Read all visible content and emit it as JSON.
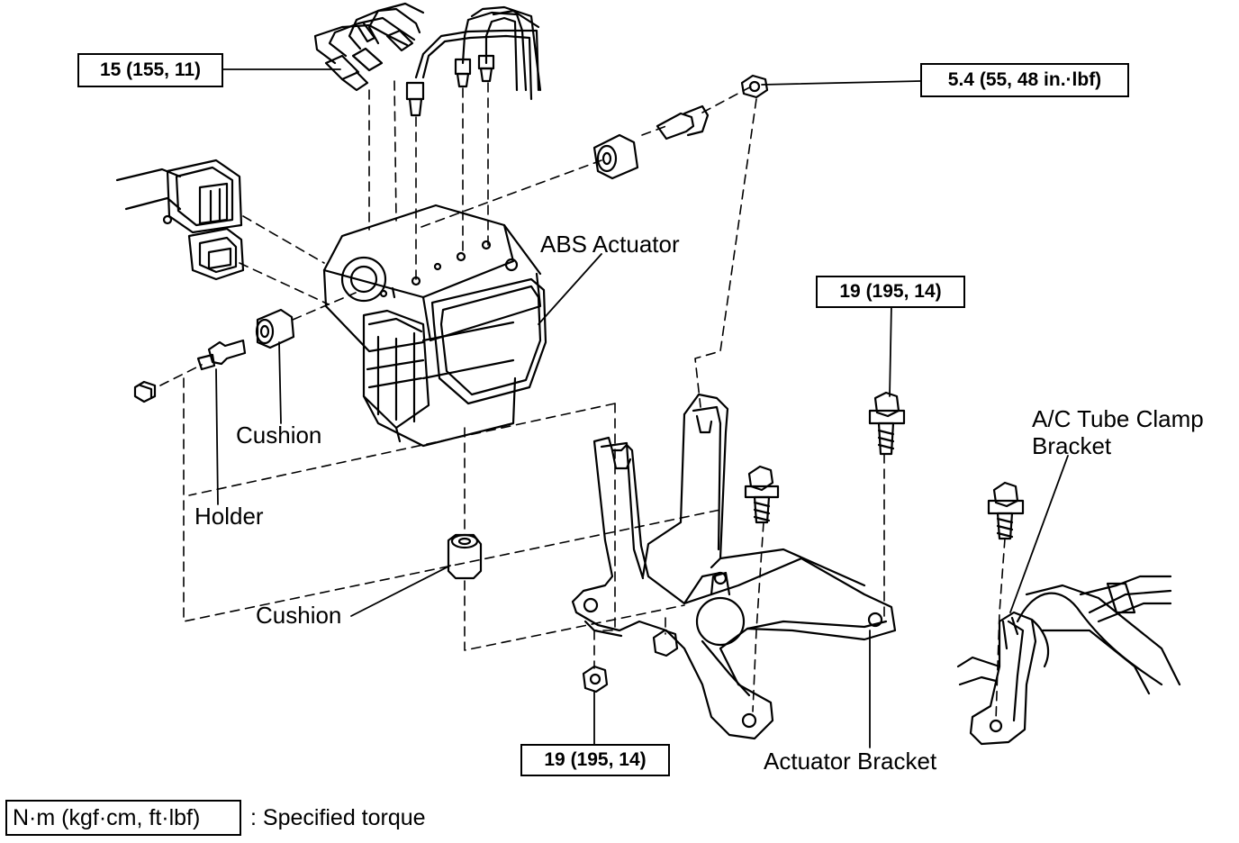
{
  "torque_specs": {
    "brake_line_fitting": "15 (155, 11)",
    "upper_nut": "5.4 (55, 48 in.·lbf)",
    "bracket_bolt_right": "19 (195, 14)",
    "bracket_nut_bottom": "19 (195, 14)"
  },
  "labels": {
    "abs_actuator": "ABS Actuator",
    "cushion_upper": "Cushion",
    "holder": "Holder",
    "cushion_lower": "Cushion",
    "actuator_bracket": "Actuator Bracket",
    "ac_tube_clamp_line1": "A/C Tube Clamp",
    "ac_tube_clamp_line2": "Bracket"
  },
  "legend": {
    "unit_box": "N·m (kgf·cm, ft·lbf)",
    "description": ": Specified torque"
  }
}
